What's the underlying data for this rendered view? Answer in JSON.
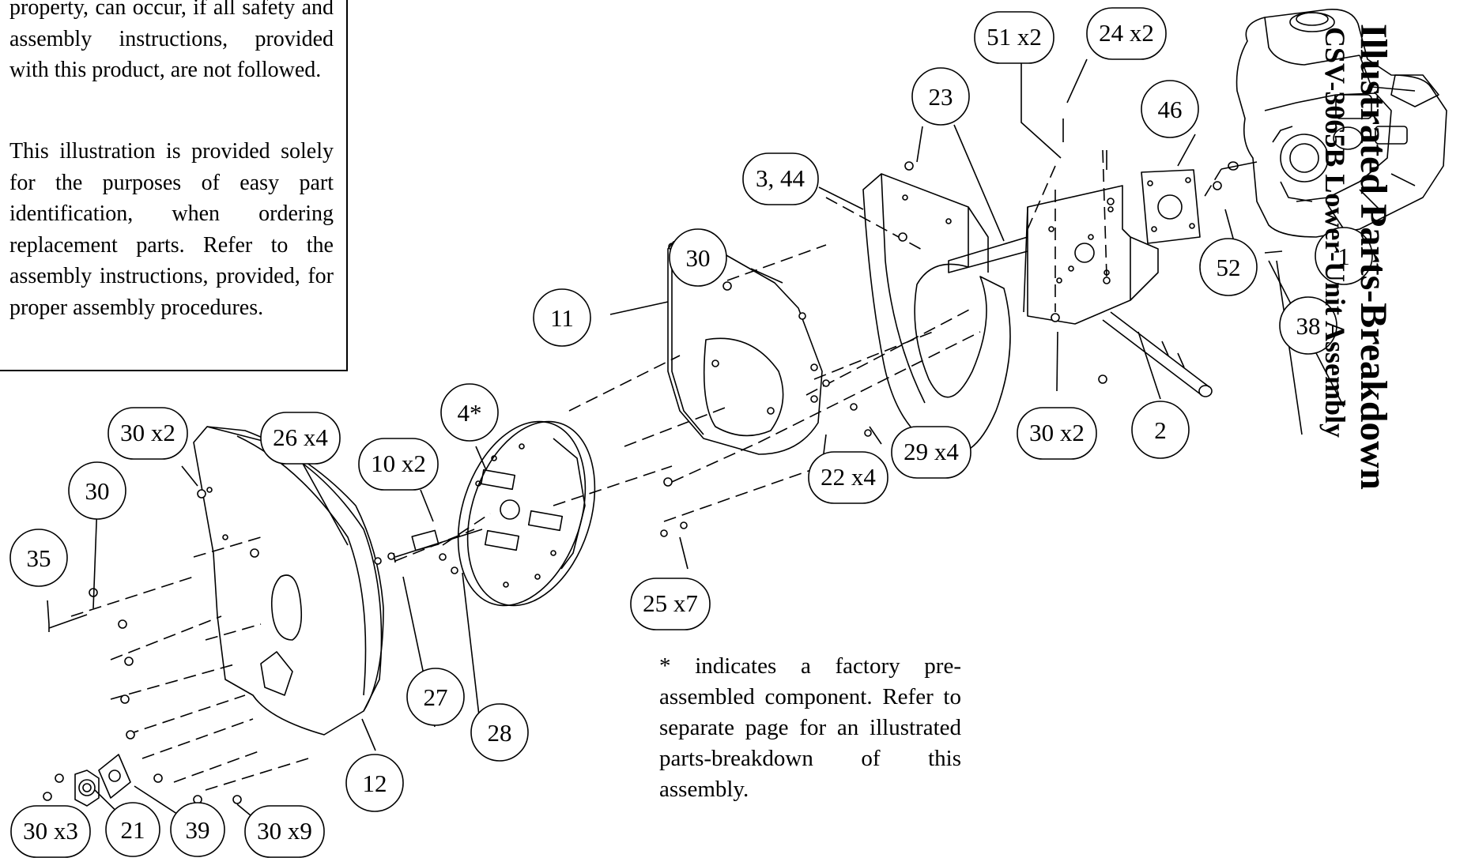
{
  "notice": {
    "paragraph1": "property, can occur, if all safety and assembly instructions, provided with this product, are not followed.",
    "paragraph2": "This illustration is provided solely for the purposes of easy part identification, when ordering replacement parts. Refer to the assembly instructions, provided, for proper assembly procedures."
  },
  "footnote": "* indicates a factory pre-assembled component. Refer to separate page for an illustrated parts-breakdown of this assembly.",
  "title": {
    "line1": "Illustrated Parts-Breakdown",
    "line2": "CSV-3065B Lower-Unit Assembly"
  },
  "callouts": [
    {
      "label": "51 x2"
    },
    {
      "label": "24 x2"
    },
    {
      "label": "23"
    },
    {
      "label": "46"
    },
    {
      "label": "3, 44"
    },
    {
      "label": "30"
    },
    {
      "label": "11"
    },
    {
      "label": "52"
    },
    {
      "label": "1"
    },
    {
      "label": "38"
    },
    {
      "label": "4*"
    },
    {
      "label": "30 x2"
    },
    {
      "label": "26 x4"
    },
    {
      "label": "10 x2"
    },
    {
      "label": "30"
    },
    {
      "label": "35"
    },
    {
      "label": "29 x4"
    },
    {
      "label": "22 x4"
    },
    {
      "label": "30 x2"
    },
    {
      "label": "2"
    },
    {
      "label": "25 x7"
    },
    {
      "label": "27"
    },
    {
      "label": "28"
    },
    {
      "label": "12"
    },
    {
      "label": "30 x3"
    },
    {
      "label": "21"
    },
    {
      "label": "39"
    },
    {
      "label": "30 x9"
    }
  ]
}
